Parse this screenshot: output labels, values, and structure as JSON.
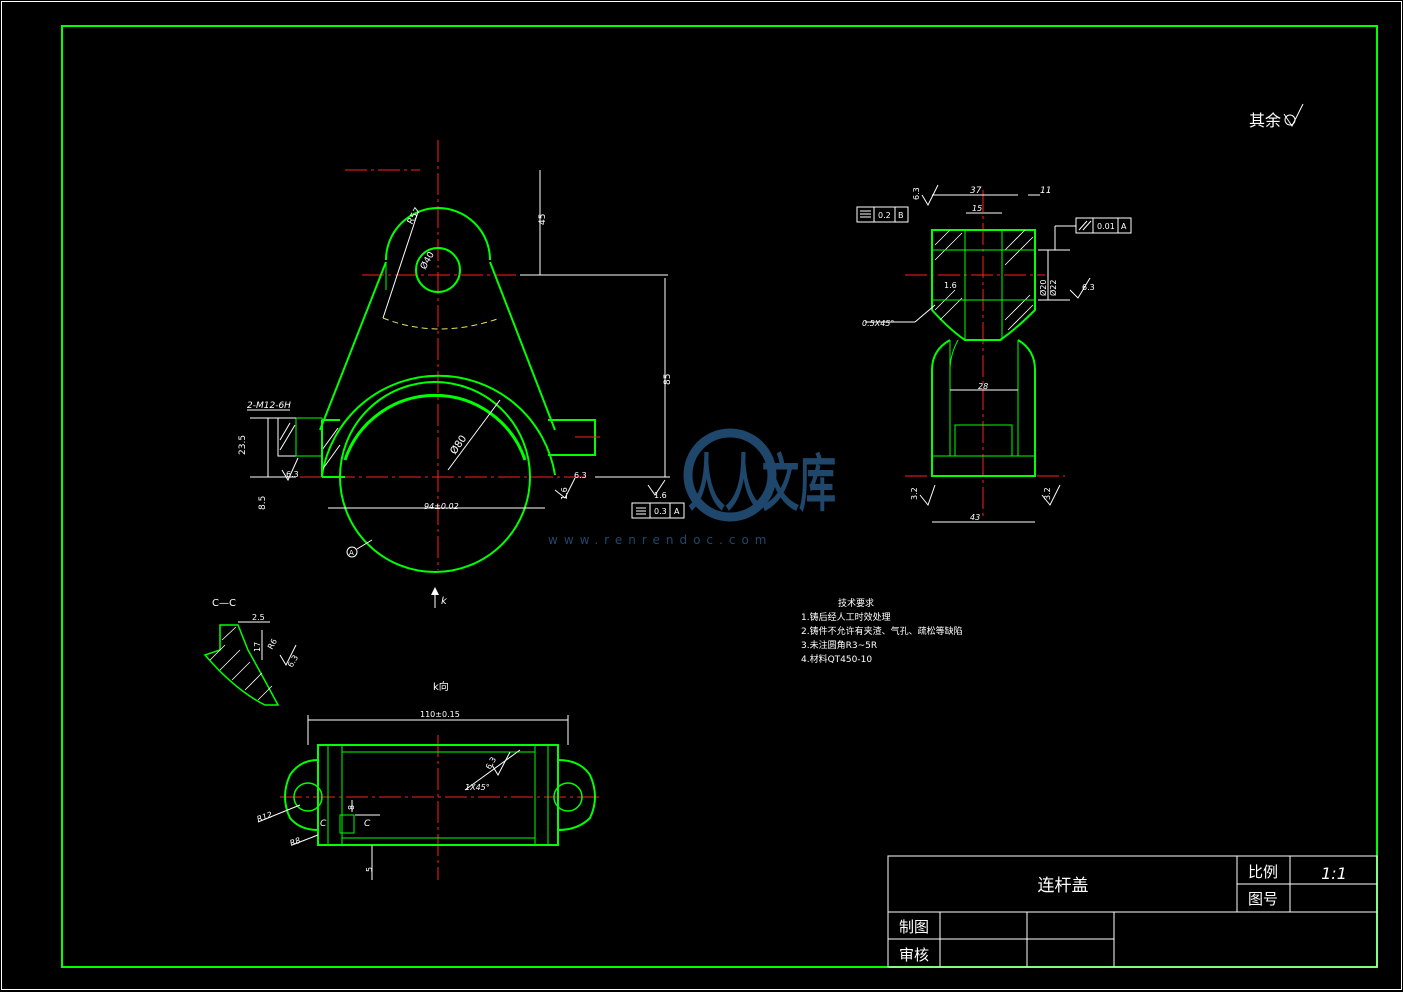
{
  "title_block": {
    "part_name": "连杆盖",
    "scale_label": "比例",
    "scale_value": "1:1",
    "drawing_no_label": "图号",
    "drawn_label": "制图",
    "checked_label": "审核"
  },
  "surface_note": "其余",
  "tech_requirements": {
    "heading": "技术要求",
    "items": [
      "1.铸后经人工时效处理",
      "2.铸件不允许有夹渣、气孔、疏松等缺陷",
      "3.未注圆角R3~5R",
      "4.材料QT450-10"
    ]
  },
  "views": {
    "section_cc": "C—C",
    "view_k": "k向",
    "arrow_k": "k"
  },
  "dims_main": {
    "r57": "R57",
    "d40": "Ø40",
    "d45": "45",
    "d85": "85",
    "d80": "Ø80",
    "thread": "2-M12-6H",
    "d235": "23.5",
    "d85b": "8.5",
    "d94": "94±0.02",
    "r15": "1.6",
    "r63": "6.3",
    "tol03": "0.3",
    "datumA": "A",
    "sym": "⌯"
  },
  "dims_side": {
    "d37": "37",
    "d11": "11",
    "d15": "15",
    "d28": "28",
    "d43": "43",
    "chamfer": "0.5X45°",
    "d20": "Ø20",
    "d22": "Ø22",
    "tol02": "0.2",
    "tol001": "0.01",
    "datumB": "B",
    "datumA": "A",
    "r63": "6.3",
    "r16": "1.6",
    "r32": "3.2"
  },
  "dims_cc": {
    "d25": "2.5",
    "d17": "17",
    "r6": "R6",
    "r63": "6.3"
  },
  "dims_k": {
    "d110": "110±0.15",
    "chamfer": "1X45°",
    "r12": "R12",
    "r8": "R8",
    "c": "C",
    "d5": "5",
    "d8": "8",
    "r63": "6.3"
  },
  "watermark": {
    "brand": "人人文库",
    "url": "www.renrendoc.com"
  }
}
